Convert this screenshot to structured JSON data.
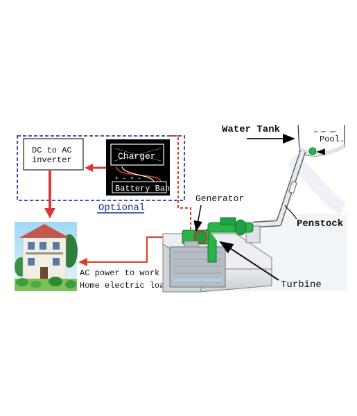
{
  "labels": {
    "water_tank": "Water Tank",
    "pool": "Pool.",
    "penstock": "Penstock",
    "generator": "Generator",
    "turbine": "Turbine",
    "optional": "Optional",
    "inverter_line1": "DC to AC",
    "inverter_line2": "inverter",
    "charger": "Charger",
    "battery_bank": "Battery Bank",
    "battery_signs": "+ -  + -",
    "ac_line1": "AC power to work",
    "ac_line2": "Home electric load"
  },
  "colors": {
    "flow_arrow": "#d63a3a",
    "wire": "#e23a2a",
    "optional_border": "#2b3f9a",
    "optional_underline": "#1f2f8a",
    "turbine_green": "#29b34a",
    "housing": "#d9dde1",
    "sky": "#bfe6f6",
    "roof": "#c2574f"
  },
  "icons": {
    "house": "house-illustration",
    "battery": "battery-icon",
    "water": "water-pool-icon"
  }
}
